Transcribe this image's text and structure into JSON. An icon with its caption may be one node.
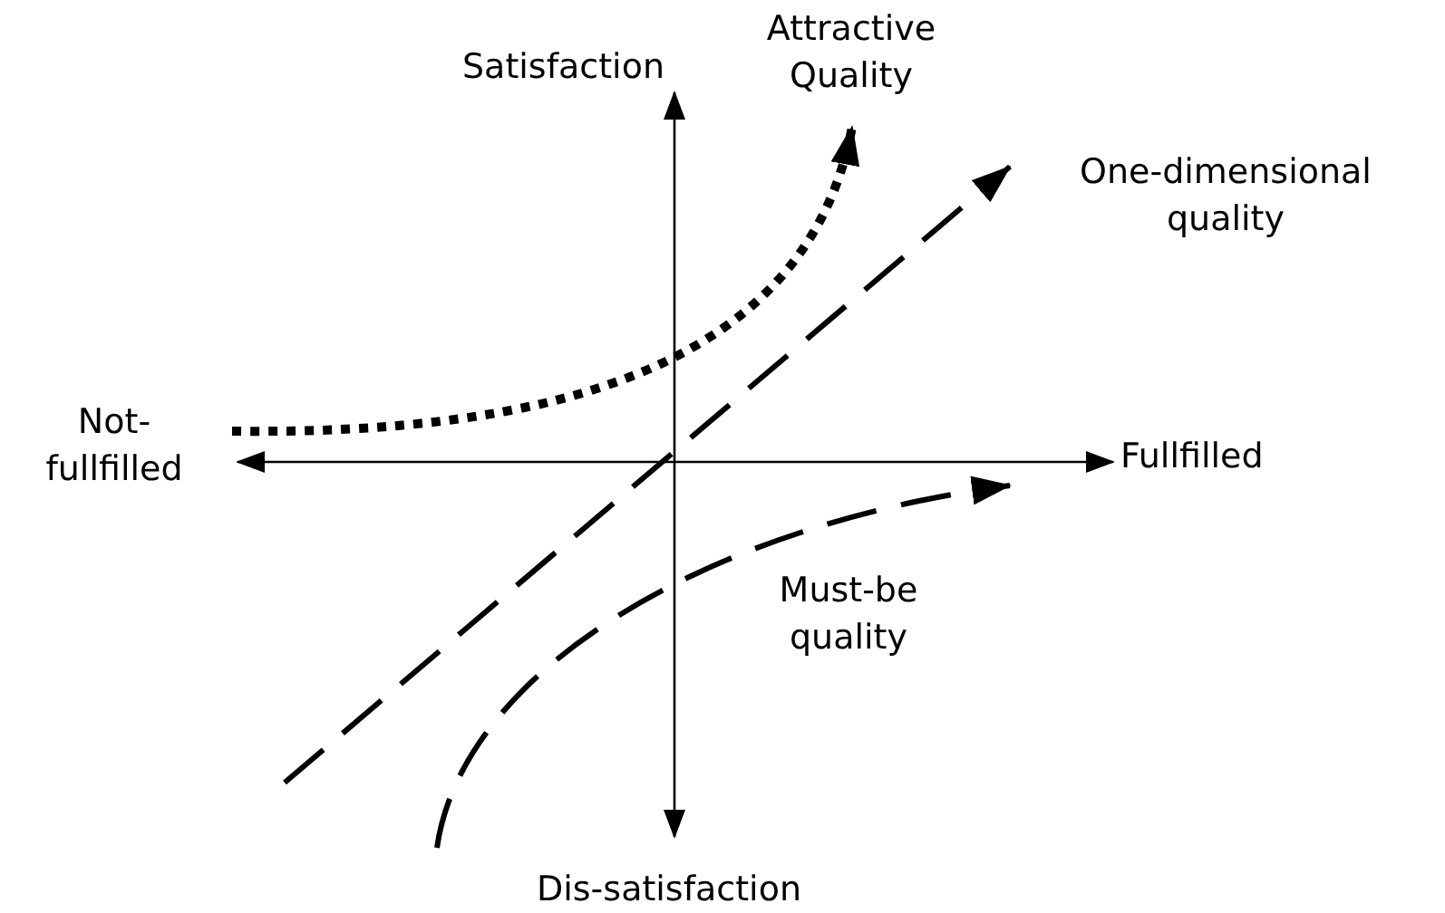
{
  "diagram": {
    "labels": [
      "Satisfaction",
      "Attractive Quality",
      "One-dimensional quality",
      "Not- fullfilled",
      "Fullfilled",
      "Must-be quality",
      "Dis-satisfaction"
    ]
  }
}
